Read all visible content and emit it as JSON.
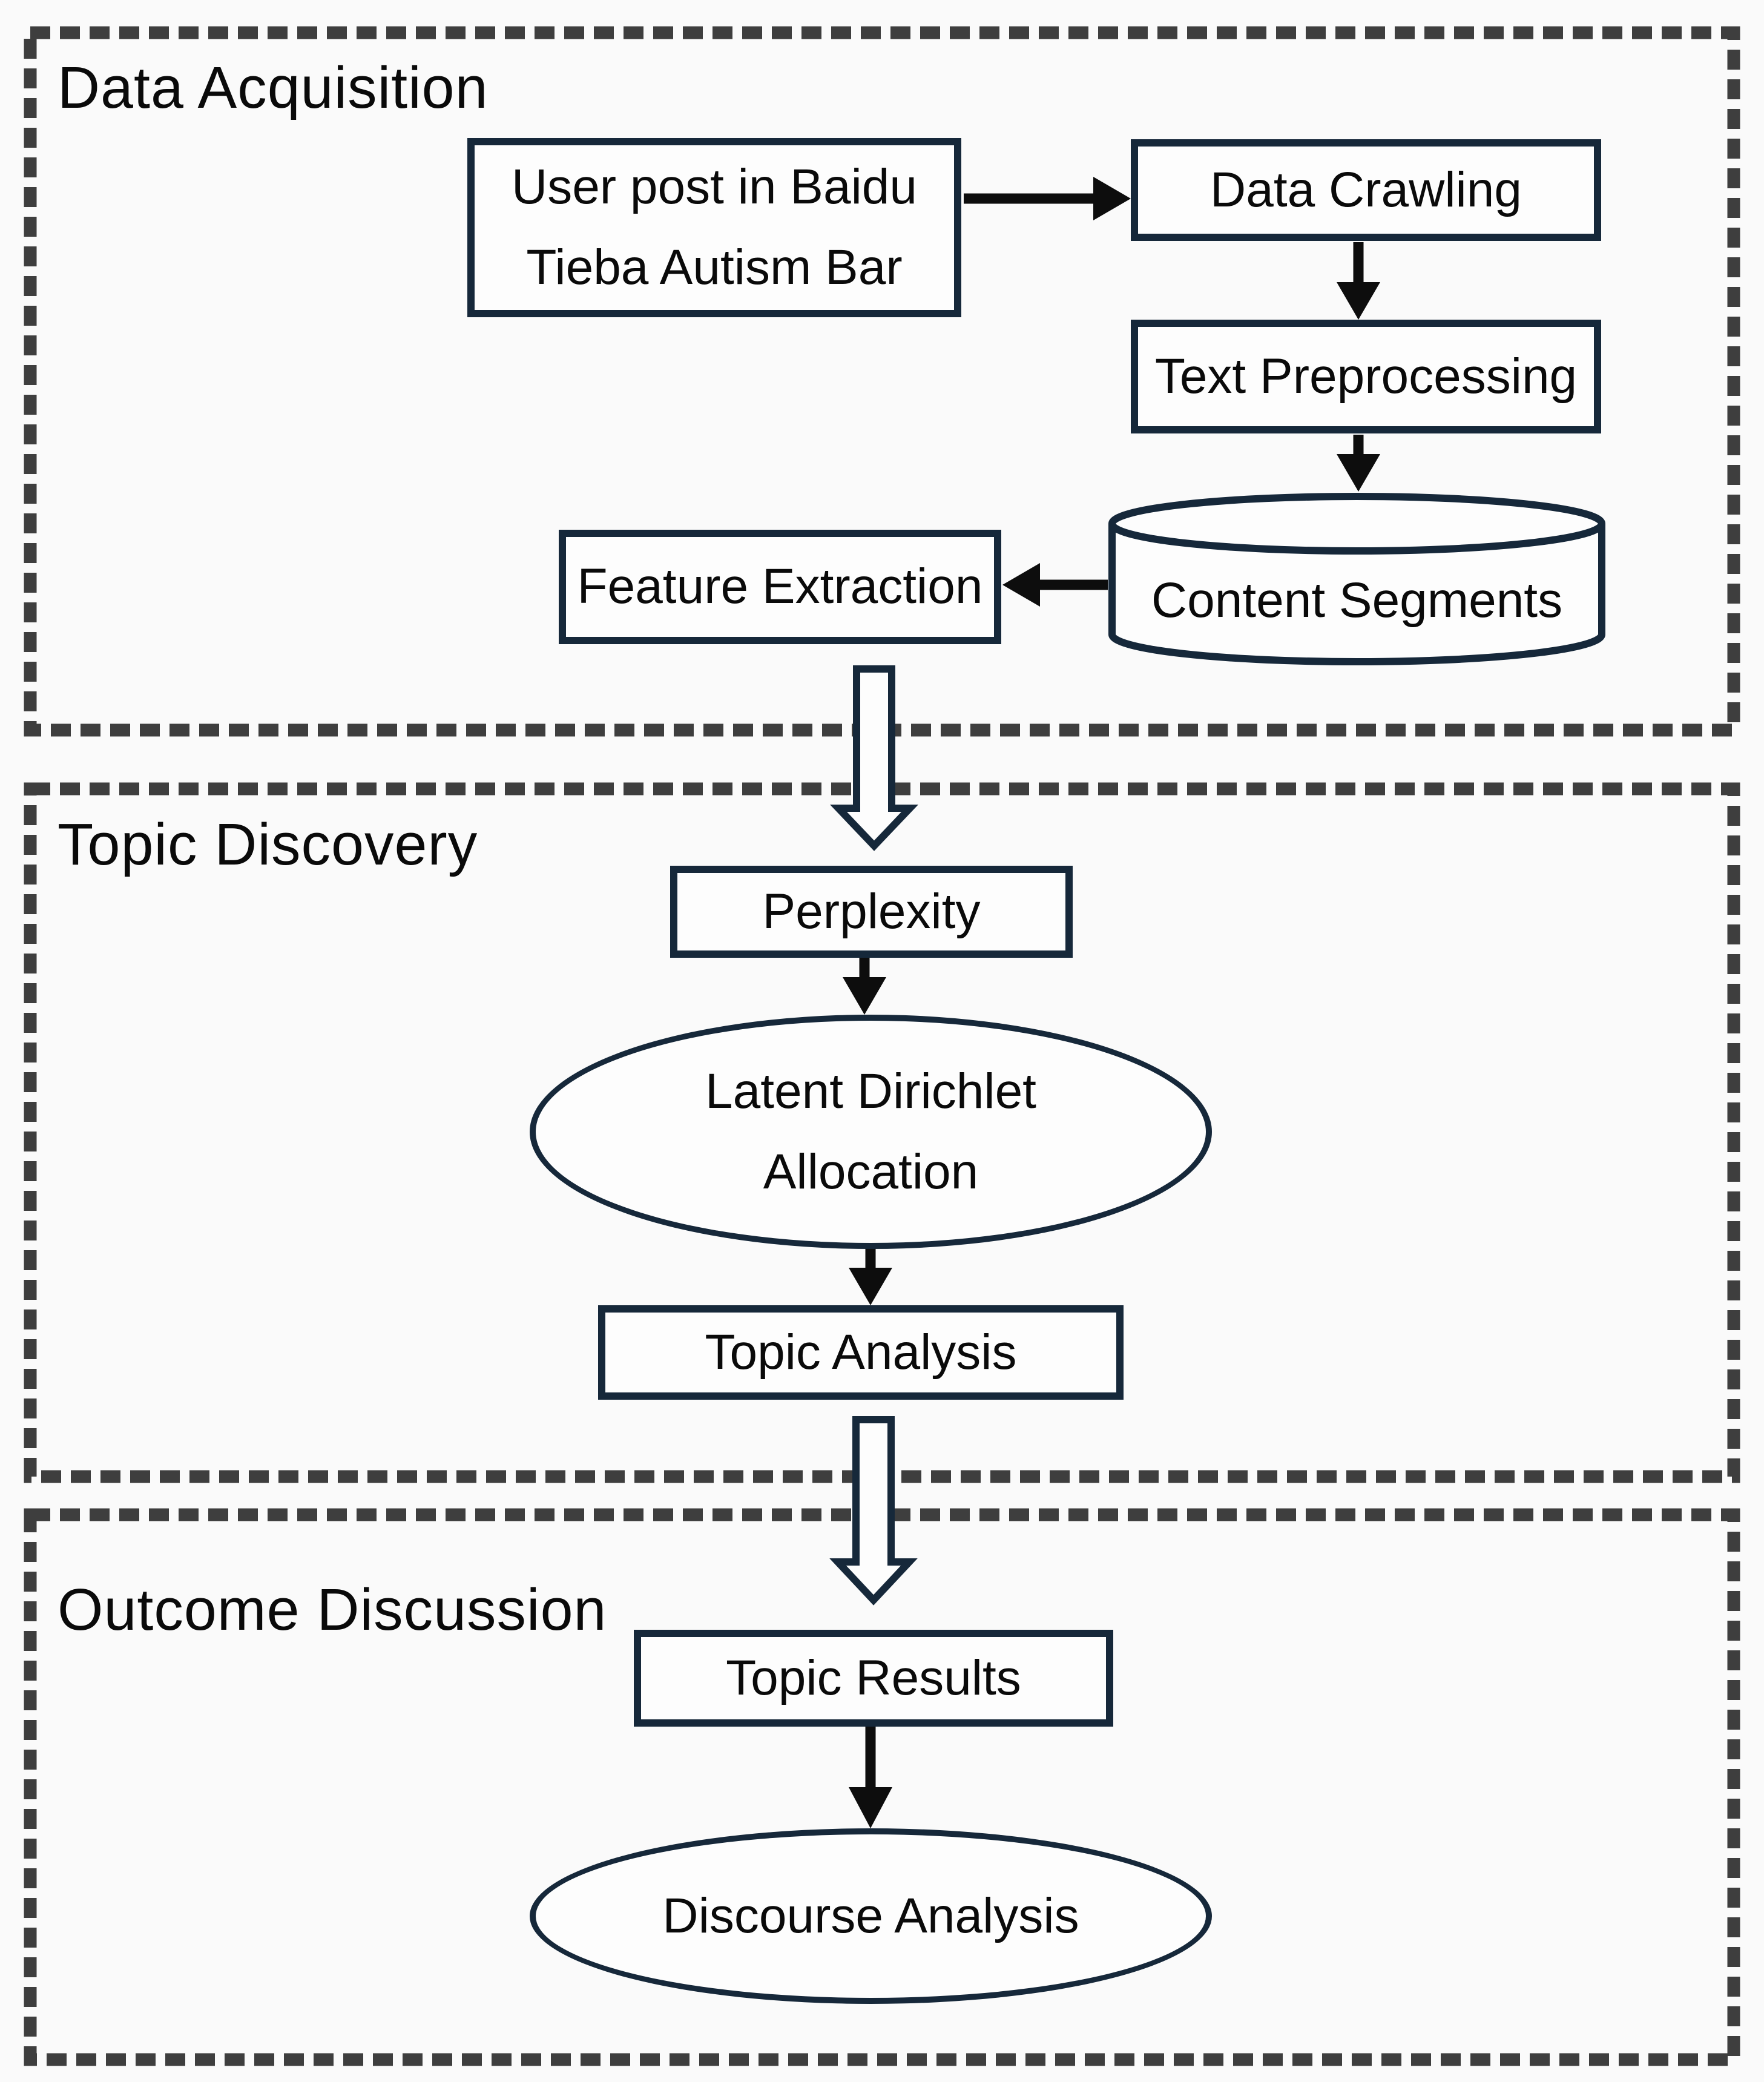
{
  "diagram_title": "",
  "sections": [
    {
      "id": "data-acquisition",
      "label": "Data Acquisition"
    },
    {
      "id": "topic-discovery",
      "label": "Topic Discovery"
    },
    {
      "id": "outcome-discussion",
      "label": "Outcome Discussion"
    }
  ],
  "nodes": {
    "user_post": {
      "shape": "rect",
      "line1": "User post in Baidu",
      "line2": "Tieba Autism Bar",
      "section": "Data Acquisition"
    },
    "data_crawling": {
      "shape": "rect",
      "label": "Data Crawling",
      "section": "Data Acquisition"
    },
    "text_preprocessing": {
      "shape": "rect",
      "label": "Text Preprocessing",
      "section": "Data Acquisition"
    },
    "content_segments": {
      "shape": "cylinder",
      "label": "Content Segments",
      "section": "Data Acquisition"
    },
    "feature_extraction": {
      "shape": "rect",
      "label": "Feature Extraction",
      "section": "Data Acquisition"
    },
    "perplexity": {
      "shape": "rect",
      "label": "Perplexity",
      "section": "Topic Discovery"
    },
    "lda": {
      "shape": "ellipse",
      "line1": "Latent Dirichlet",
      "line2": "Allocation",
      "section": "Topic Discovery"
    },
    "topic_analysis": {
      "shape": "rect",
      "label": "Topic Analysis",
      "section": "Topic Discovery"
    },
    "topic_results": {
      "shape": "rect",
      "label": "Topic Results",
      "section": "Outcome Discussion"
    },
    "discourse_analysis": {
      "shape": "ellipse",
      "label": "Discourse Analysis",
      "section": "Outcome Discussion"
    }
  },
  "edges": [
    {
      "from": "User post in Baidu Tieba Autism Bar",
      "to": "Data Crawling",
      "style": "solid-arrow",
      "direction": "right"
    },
    {
      "from": "Data Crawling",
      "to": "Text Preprocessing",
      "style": "solid-arrow",
      "direction": "down"
    },
    {
      "from": "Text Preprocessing",
      "to": "Content Segments",
      "style": "solid-arrow",
      "direction": "down"
    },
    {
      "from": "Content Segments",
      "to": "Feature Extraction",
      "style": "solid-arrow",
      "direction": "left"
    },
    {
      "from": "Feature Extraction",
      "to": "Perplexity",
      "style": "hollow-block-arrow",
      "direction": "down"
    },
    {
      "from": "Perplexity",
      "to": "Latent Dirichlet Allocation",
      "style": "solid-arrow",
      "direction": "down"
    },
    {
      "from": "Latent Dirichlet Allocation",
      "to": "Topic Analysis",
      "style": "solid-arrow",
      "direction": "down"
    },
    {
      "from": "Topic Analysis",
      "to": "Topic Results",
      "style": "hollow-block-arrow",
      "direction": "down"
    },
    {
      "from": "Topic Results",
      "to": "Discourse Analysis",
      "style": "solid-arrow",
      "direction": "down"
    }
  ],
  "colors": {
    "bg": "#fafafa",
    "node_fill": "#fdfdfd",
    "node_border": "#16283a",
    "dash": "#3e3e3e",
    "arrow": "#0d0d0d",
    "text": "#0a0a0a"
  }
}
